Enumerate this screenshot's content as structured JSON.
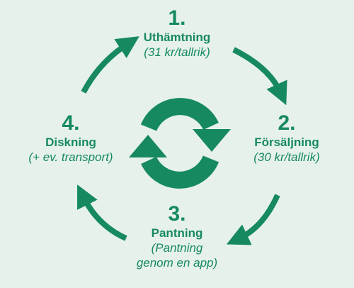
{
  "colors": {
    "background": "#e6f1ec",
    "accent": "#168a5e"
  },
  "steps": [
    {
      "number": "1.",
      "title": "Uthämtning",
      "note": "(31 kr/tallrik)"
    },
    {
      "number": "2.",
      "title": "Försäljning",
      "note": "(30 kr/tallrik)"
    },
    {
      "number": "3.",
      "title": "Pantning",
      "note_lines": [
        "(Pantning",
        "genom en app)"
      ]
    },
    {
      "number": "4.",
      "title": "Diskning",
      "note": "(+ ev. transport)"
    }
  ],
  "center_icon": "refresh-cycle-icon"
}
